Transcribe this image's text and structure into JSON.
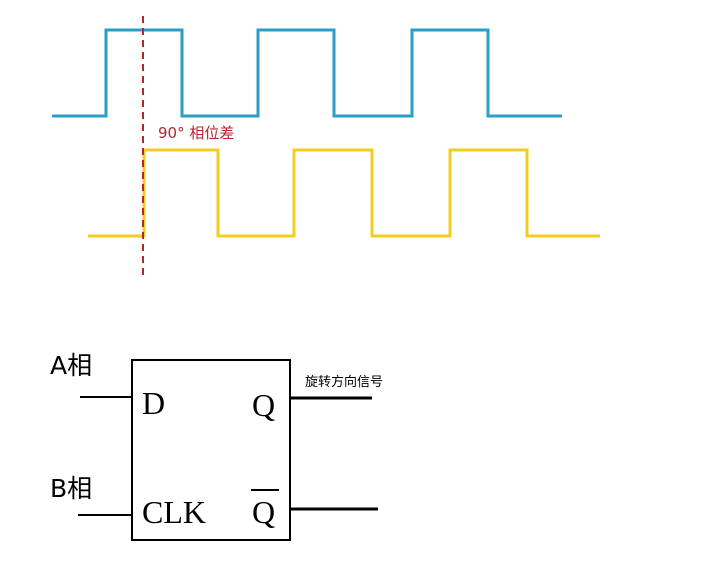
{
  "waveforms": {
    "signal_a_color": "#2a9ec7",
    "signal_b_color": "#f1cc22",
    "marker_color": "#b1272d",
    "phase_label": "90°  相位差"
  },
  "flipflop": {
    "input_a_label": "A相",
    "input_b_label": "B相",
    "pin_d_label": "D",
    "pin_clk_label": "CLK",
    "pin_q_label": "Q",
    "pin_qbar_label": "Q",
    "output_label": "旋转方向信号"
  }
}
